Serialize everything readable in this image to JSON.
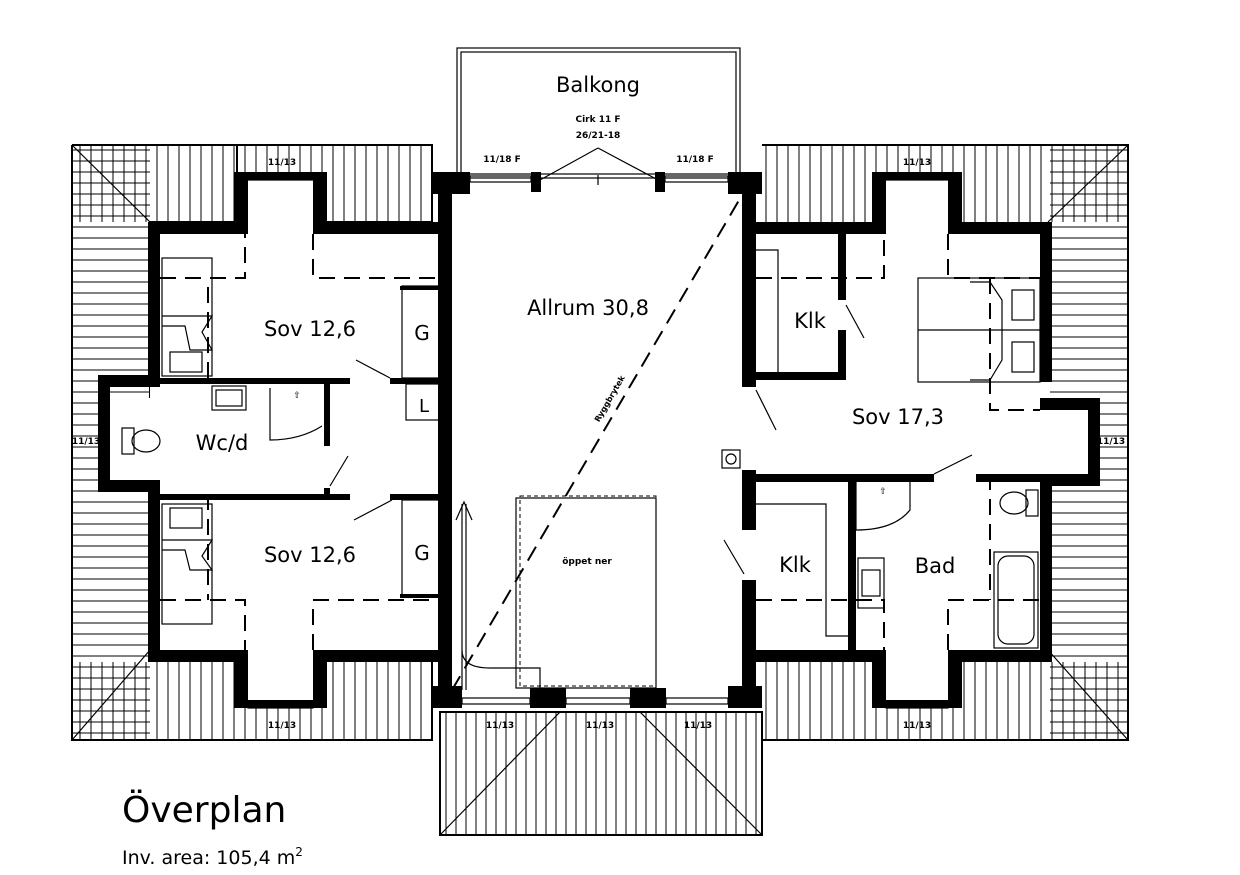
{
  "plan": {
    "title": "Överplan",
    "area_label": "Inv. area: 105,4 m",
    "area_superscript": "2"
  },
  "rooms": {
    "balcony": "Balkong",
    "living": "Allrum 30,8",
    "bedroom_top_left": "Sov 12,6",
    "bedroom_bottom_left": "Sov 12,6",
    "wc": "Wc/d",
    "storage_top": "G",
    "storage_bottom": "G",
    "linen": "L",
    "closet_top": "Klk",
    "closet_bottom": "Klk",
    "bedroom_right": "Sov 17,3",
    "bath": "Bad",
    "open_below": "öppet ner"
  },
  "annotations": {
    "balcony_note_1": "Cirk 11 F",
    "balcony_note_2": "26/21-18",
    "window_11_18_left": "11/18 F",
    "window_11_18_right": "11/18 F",
    "window_top_left": "11/13",
    "window_top_right": "11/13",
    "window_left": "11/13",
    "window_right": "11/13",
    "window_bottom_left": "11/13",
    "window_bottom_right": "11/13",
    "window_bottom_center_left": "11/13",
    "window_bottom_center": "11/13",
    "window_bottom_center_right": "11/13",
    "ridge_label": "Ryggbrytek"
  }
}
